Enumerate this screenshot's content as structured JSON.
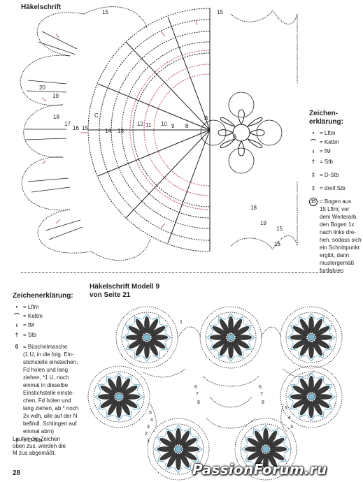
{
  "top_chart": {
    "title": "Häkelschrift",
    "labels": [
      "15",
      "15",
      "20",
      "19",
      "18",
      "17",
      "16",
      "15",
      "C",
      "14",
      "13",
      "12",
      "11",
      "10",
      "9",
      "8",
      "B",
      "A",
      "19",
      "18",
      "15",
      "16"
    ]
  },
  "top_legend": {
    "title": "Zeichen-\nerklärung:",
    "items": [
      {
        "symbol": "•",
        "text": "= Lftm"
      },
      {
        "symbol": "⌒",
        "text": "= Kettm"
      },
      {
        "symbol": "ı",
        "text": "= fM"
      },
      {
        "symbol": "†",
        "text": "= Stb"
      },
      {
        "symbol": "‡",
        "text": "= D-Stb"
      },
      {
        "symbol": "‡",
        "text": "= dreif Stb"
      },
      {
        "symbol": "15",
        "text": "= Bogen aus\n15 Lftm; vor\ndem Weiterarb.\nden Bogen 1x\nnach links dre-\nhen, sodass sich\nein Schnittpunkt\nergibt, dann\nmustergemäß\nfortfahren"
      }
    ]
  },
  "bottom_chart": {
    "title": "Häkelschrift Modell 9\nvon Seite 21",
    "labels": [
      "1",
      "6",
      "7",
      "8",
      "5",
      "4",
      "3",
      "2",
      "1",
      "6",
      "7",
      "8",
      "5",
      "4",
      "3"
    ]
  },
  "bottom_legend": {
    "title": "Zeichenerklärung:",
    "items": [
      {
        "symbol": "•",
        "text": "= Lftm"
      },
      {
        "symbol": "⌒",
        "text": "= Kettm"
      },
      {
        "symbol": "ı",
        "text": "= fM"
      },
      {
        "symbol": "†",
        "text": "= Stb"
      },
      {
        "symbol": "0",
        "text": "= Büschelmasche\n(1 U, in die folg. Ein-\nstichstelle einstechen,\nFd holen und lang\nziehen, *1 U, noch\neinmal in dieselbe\nEinstichstelle einste-\nchen, Fd holen und\nlang ziehen, ab * noch\n2x wdh, alle auf der N\nbefindl. Schlingen auf\neinmal abm)"
      },
      {
        "symbol": "‡",
        "text": "= D-Stb"
      }
    ],
    "note": "Laufen die Zeichen\noben zus, werden die\nM zus abgemäßt."
  },
  "page_number": "28",
  "watermark": "PassionForum.ru",
  "colors": {
    "stitch": "#1e1e1e",
    "pink": "#c6619a",
    "blue": "#7fb8cf",
    "text": "#222222"
  }
}
